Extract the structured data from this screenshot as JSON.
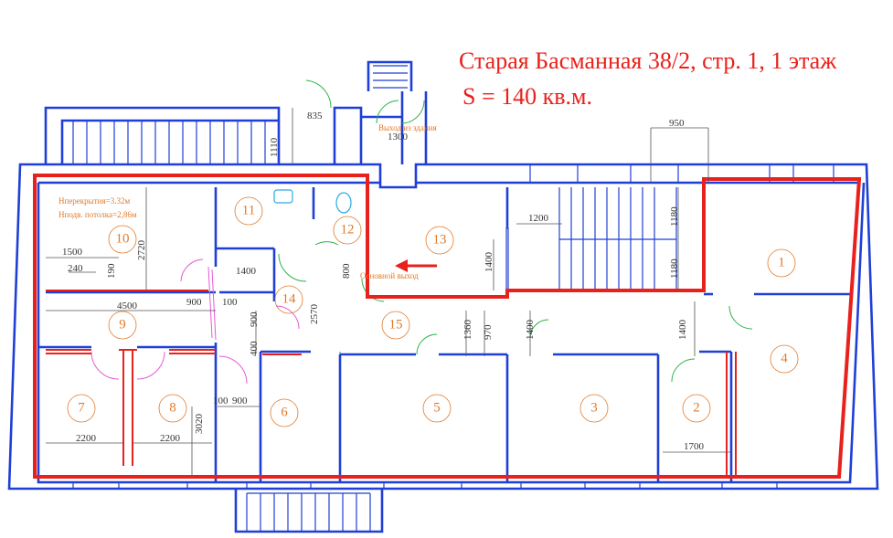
{
  "title": {
    "address": "Старая Басманная 38/2, стр. 1, 1 этаж",
    "area": "S = 140 кв.м."
  },
  "notes": {
    "ceiling_height": "Hперекрытия=3.32м",
    "suspended_ceiling": "Hподв. потолка=2,86м",
    "building_exit": "Выход из здания",
    "main_exit": "Основной выход"
  },
  "rooms": [
    "1",
    "2",
    "3",
    "4",
    "5",
    "6",
    "7",
    "8",
    "9",
    "10",
    "11",
    "12",
    "13",
    "14",
    "15"
  ],
  "dimensions": [
    "835",
    "1110",
    "1300",
    "950",
    "1180",
    "1200",
    "1180",
    "1400",
    "1500",
    "240",
    "190",
    "2720",
    "1400",
    "100",
    "900",
    "4500",
    "800",
    "2570",
    "1360",
    "970",
    "1400",
    "1400",
    "400",
    "900",
    "900",
    "100",
    "3020",
    "2200",
    "2200",
    "1700"
  ],
  "colors": {
    "walls": "#1f3fd6",
    "rented_outline": "#e8211c",
    "doors": "#2fb14a",
    "labels": "#e07a2b",
    "partitions": "#e35bd5"
  },
  "icons": [
    "arrow-left-icon",
    "sink-icon",
    "toilet-icon",
    "staircase-icon"
  ]
}
